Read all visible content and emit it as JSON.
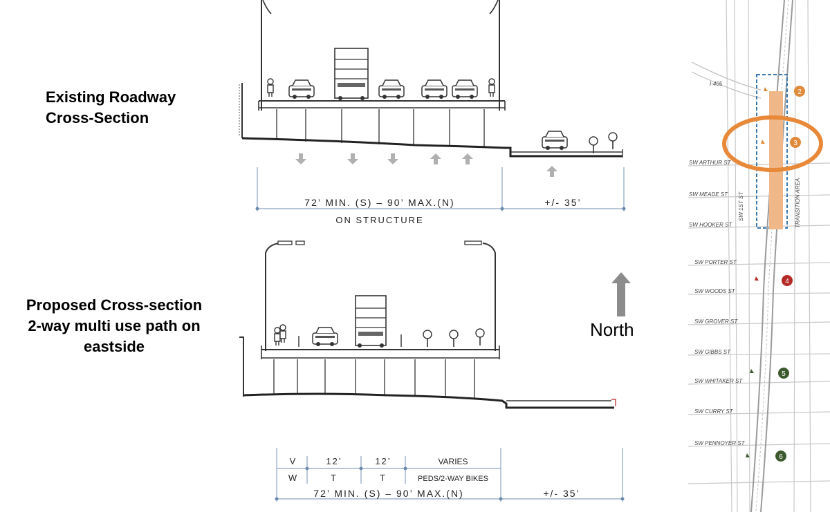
{
  "labels": {
    "existing_line1": "Existing Roadway",
    "existing_line2": "Cross-Section",
    "proposed_line1": "Proposed Cross-section",
    "proposed_line2": "2-way multi use path on",
    "proposed_line3": "eastside",
    "north": "North"
  },
  "existing_section": {
    "dim_main": "72’ MIN. (S) – 90’ MAX.(N)",
    "dim_side": "+/- 35’",
    "sub_label": "ON STRUCTURE"
  },
  "proposed_section": {
    "lanes_top": [
      "V",
      "12’",
      "12’",
      "VARIES"
    ],
    "lanes_bottom": [
      "W",
      "T",
      "T",
      "PEDS/2-WAY BIKES"
    ],
    "dim_main": "72’ MIN. (S) – 90’ MAX.(N)",
    "dim_side": "+/- 35’"
  },
  "map": {
    "highway": "I-405",
    "transition": "TRANSITION AREA",
    "sw1st": "SW 1ST ST",
    "streets": [
      "SW ARTHUR ST",
      "SW MEADE ST",
      "SW HOOKER ST",
      "SW PORTER ST",
      "SW WOODS ST",
      "SW GROVER ST",
      "SW GIBBS ST",
      "SW WHITAKER ST",
      "SW CURRY ST",
      "SW PENNOYER ST"
    ],
    "markers": [
      {
        "num": "2",
        "color": "#e08a3c"
      },
      {
        "num": "3",
        "color": "#e08a3c"
      },
      {
        "num": "4",
        "color": "#b52a26"
      },
      {
        "num": "5",
        "color": "#3c5a2e"
      },
      {
        "num": "6",
        "color": "#3c5a2e"
      }
    ],
    "highlight_color": "#e8893a",
    "bridge_color": "#f0b888",
    "boundary_color": "#3a7ab0"
  }
}
